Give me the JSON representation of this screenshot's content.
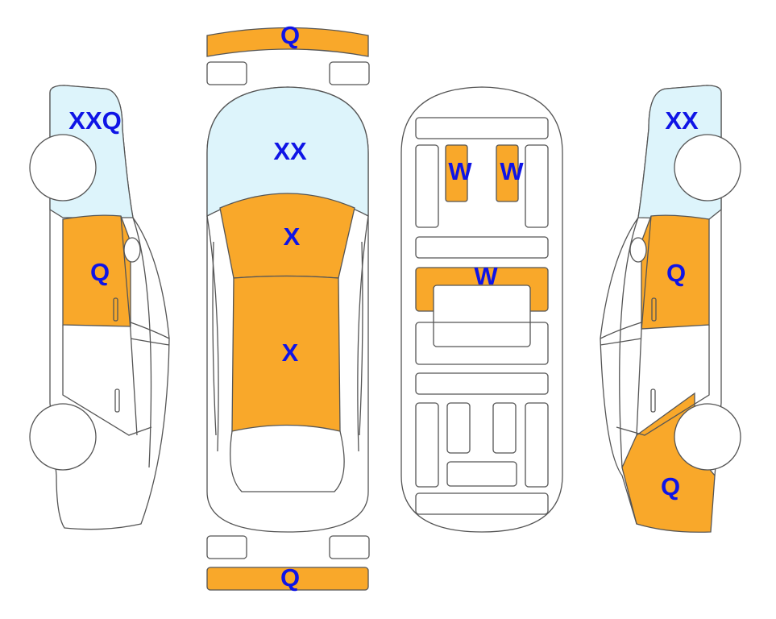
{
  "colors": {
    "damage": "#F9A82A",
    "light": "#DDF4FB",
    "label": "#0F14E6",
    "outline": "#555555"
  },
  "labels": {
    "front_bumper": "Q",
    "hood": "XX",
    "roof_front": "X",
    "roof_rear": "X",
    "rear_bumper": "Q",
    "left_front_fender": "XXQ",
    "left_front_door": "Q",
    "right_front_fender": "XX",
    "right_front_door": "Q",
    "right_rear_quarter": "Q",
    "interior_seat_left": "W",
    "interior_seat_right": "W",
    "interior_center": "W"
  }
}
